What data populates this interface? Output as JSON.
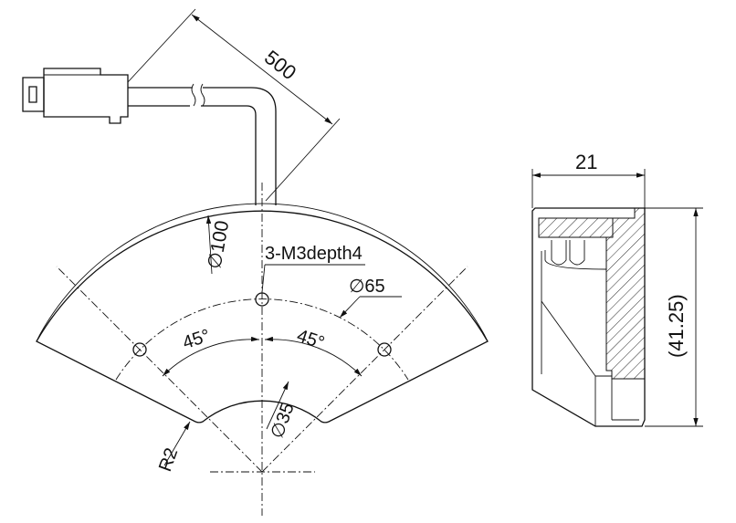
{
  "labels": {
    "cable_length": "500",
    "outer_diameter": "∅100",
    "mount_holes": "3-M3depth4",
    "hole_circle": "∅65",
    "angle_left": "45°",
    "angle_right": "45°",
    "inner_diameter": "∅35",
    "radius": "R2",
    "width": "21",
    "height": "(41.25)"
  }
}
